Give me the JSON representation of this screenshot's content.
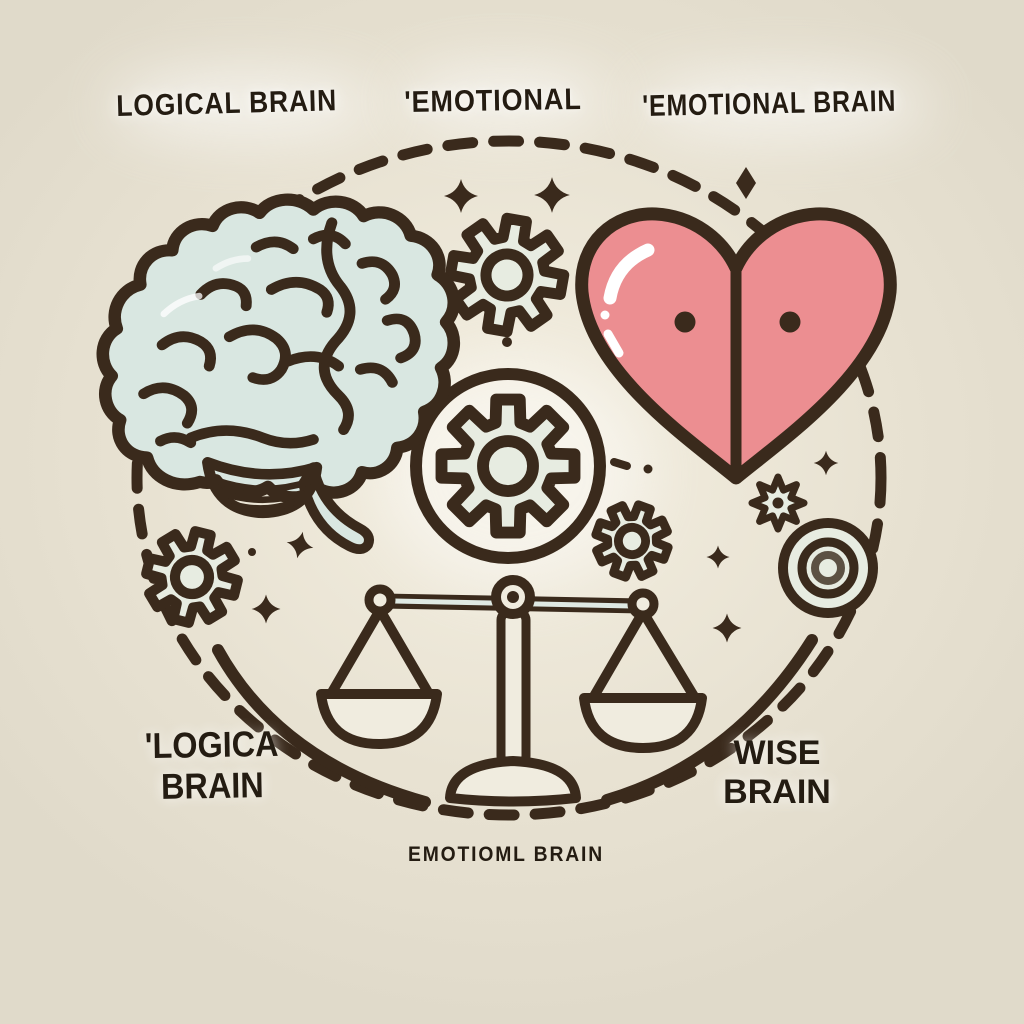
{
  "scene": {
    "bg": "#e8e2d2",
    "ink": "#3a2a1c",
    "brain": "#d9e7e1",
    "heart": "#ec8e91",
    "paper": "#f0ecdf",
    "gear": "#e7ece1",
    "text": "#241c12"
  },
  "labels": {
    "top_left": "LOGICAL BRAIN",
    "top_center": "'EMOTIONAL",
    "top_right": "'EMOTIONAL BRAIN",
    "bottom_left": {
      "line1": "'LOGICA",
      "line2": "BRAIN"
    },
    "bottom_right": {
      "line1": "WISE",
      "line2": "BRAIN"
    },
    "bottom_center": "EMOTIOML BRAIN"
  },
  "icons": [
    "brain-icon",
    "heart-icon",
    "gear-icon",
    "balance-scale-icon",
    "sparkle-icon",
    "diamond-icon",
    "target-circles-icon",
    "dashed-circle"
  ]
}
